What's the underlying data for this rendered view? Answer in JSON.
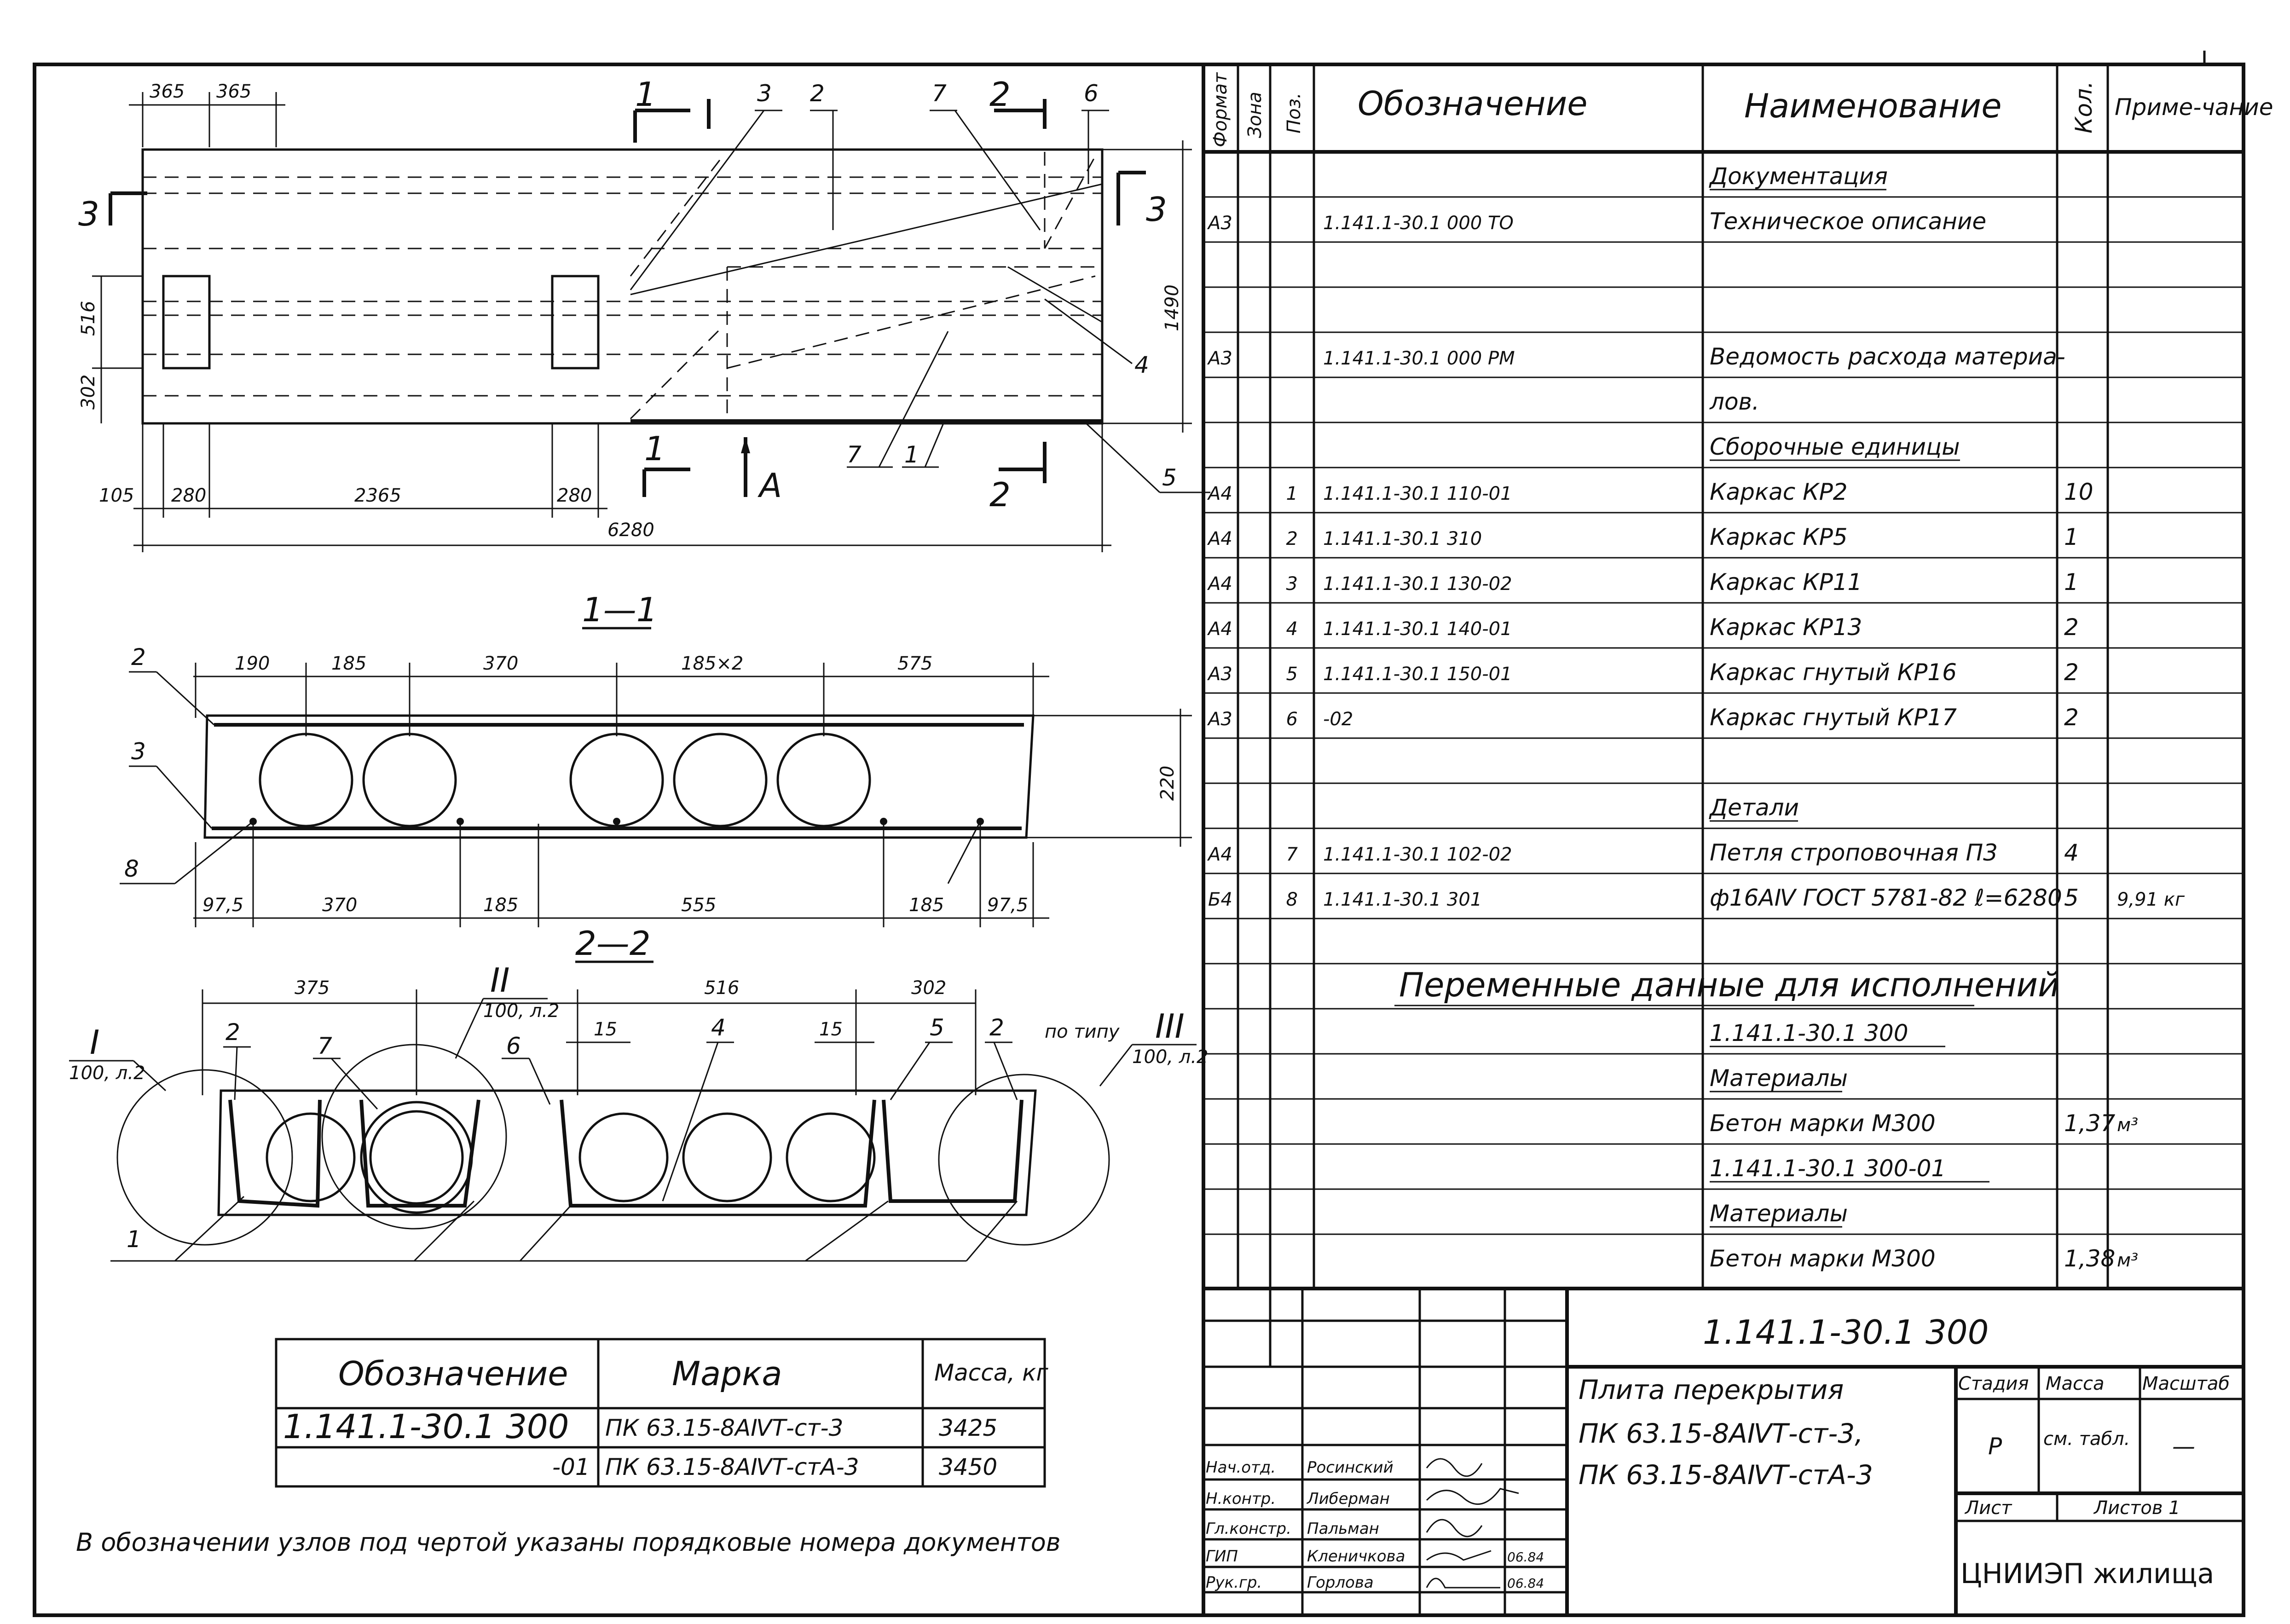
{
  "plan": {
    "dims_top": [
      "365",
      "365"
    ],
    "dims_bottom": [
      "105",
      "280",
      "2365",
      "280"
    ],
    "overall": "6280",
    "dims_left": [
      "516",
      "302"
    ],
    "height_right": "1490",
    "section_marks": [
      "1",
      "2",
      "3",
      "3",
      "2",
      "1"
    ],
    "view_a": "А",
    "pos_labels": [
      "3",
      "2",
      "7",
      "6",
      "4",
      "7",
      "1",
      "5"
    ]
  },
  "section_1_1": {
    "title": "1—1",
    "dims_top": [
      "190",
      "185",
      "370",
      "185×2",
      "575"
    ],
    "dims_bottom": [
      "97,5",
      "370",
      "185",
      "555",
      "185",
      "97,5"
    ],
    "height": "220",
    "labels": [
      "2",
      "3",
      "8"
    ]
  },
  "section_2_2": {
    "title": "2—2",
    "dims_top": [
      "375",
      "516",
      "302"
    ],
    "small_dims": [
      "15",
      "15"
    ],
    "node_I": "I",
    "node_I_ref": "100, л.2",
    "node_II": "II",
    "node_II_ref": "100, л.2",
    "node_III_prefix": "по типу",
    "node_III": "III",
    "node_III_ref": "100, л.2",
    "labels": [
      "2",
      "7",
      "6",
      "4",
      "5",
      "2",
      "1"
    ]
  },
  "mark_table": {
    "headers": [
      "Обозначение",
      "Марка",
      "Масса, кг"
    ],
    "rows": [
      [
        "1.141.1-30.1 300",
        "ПК 63.15-8АⅣТ-ст-3",
        "3425"
      ],
      [
        "-01",
        "ПК 63.15-8АⅣТ-стА-3",
        "3450"
      ]
    ]
  },
  "footnote": "В обозначении узлов под чертой указаны порядковые номера документов",
  "spec": {
    "headers": [
      "Формат",
      "Зона",
      "Поз.",
      "Обозначение",
      "Наименование",
      "Кол.",
      "Приме-чание"
    ],
    "rows": [
      {
        "fmt": "",
        "pos": "",
        "code": "",
        "name": "Документация",
        "qty": "",
        "note": "",
        "u": true
      },
      {
        "fmt": "А3",
        "pos": "",
        "code": "1.141.1-30.1 000 ТО",
        "name": "Техническое описание",
        "qty": "",
        "note": ""
      },
      {
        "fmt": "",
        "pos": "",
        "code": "",
        "name": "",
        "qty": "",
        "note": ""
      },
      {
        "fmt": "",
        "pos": "",
        "code": "",
        "name": "",
        "qty": "",
        "note": ""
      },
      {
        "fmt": "А3",
        "pos": "",
        "code": "1.141.1-30.1 000 РМ",
        "name": "Ведомость расхода материа-",
        "qty": "",
        "note": ""
      },
      {
        "fmt": "",
        "pos": "",
        "code": "",
        "name": "лов.",
        "qty": "",
        "note": ""
      },
      {
        "fmt": "",
        "pos": "",
        "code": "",
        "name": "Сборочные единицы",
        "qty": "",
        "note": "",
        "u": true
      },
      {
        "fmt": "А4",
        "pos": "1",
        "code": "1.141.1-30.1 110-01",
        "name": "Каркас КР2",
        "qty": "10",
        "note": ""
      },
      {
        "fmt": "А4",
        "pos": "2",
        "code": "1.141.1-30.1 310",
        "name": "Каркас КР5",
        "qty": "1",
        "note": ""
      },
      {
        "fmt": "А4",
        "pos": "3",
        "code": "1.141.1-30.1 130-02",
        "name": "Каркас КР11",
        "qty": "1",
        "note": ""
      },
      {
        "fmt": "А4",
        "pos": "4",
        "code": "1.141.1-30.1 140-01",
        "name": "Каркас КР13",
        "qty": "2",
        "note": ""
      },
      {
        "fmt": "А3",
        "pos": "5",
        "code": "1.141.1-30.1 150-01",
        "name": "Каркас гнутый КР16",
        "qty": "2",
        "note": ""
      },
      {
        "fmt": "А3",
        "pos": "6",
        "code": "-02",
        "name": "Каркас гнутый КР17",
        "qty": "2",
        "note": ""
      },
      {
        "fmt": "",
        "pos": "",
        "code": "",
        "name": "",
        "qty": "",
        "note": ""
      },
      {
        "fmt": "",
        "pos": "",
        "code": "",
        "name": "Детали",
        "qty": "",
        "note": "",
        "u": true
      },
      {
        "fmt": "А4",
        "pos": "7",
        "code": "1.141.1-30.1 102-02",
        "name": "Петля строповочная П3",
        "qty": "4",
        "note": ""
      },
      {
        "fmt": "Б4",
        "pos": "8",
        "code": "1.141.1-30.1 301",
        "name": "ф16АⅣ ГОСТ 5781-82 ℓ=6280",
        "qty": "5",
        "note": "9,91 кг"
      },
      {
        "fmt": "",
        "pos": "",
        "code": "",
        "name": "",
        "qty": "",
        "note": ""
      },
      {
        "fmt": "",
        "pos": "",
        "code": "",
        "name": "",
        "qty": "",
        "note": ""
      },
      {
        "fmt": "",
        "pos": "",
        "code": "",
        "name": "1.141.1-30.1 300",
        "qty": "",
        "note": "",
        "u": true
      },
      {
        "fmt": "",
        "pos": "",
        "code": "",
        "name": "Материалы",
        "qty": "",
        "note": "",
        "u": true
      },
      {
        "fmt": "",
        "pos": "",
        "code": "",
        "name": "Бетон марки М300",
        "qty": "1,37",
        "note": "м³"
      },
      {
        "fmt": "",
        "pos": "",
        "code": "",
        "name": "1.141.1-30.1 300-01",
        "qty": "",
        "note": "",
        "u": true
      },
      {
        "fmt": "",
        "pos": "",
        "code": "",
        "name": "Материалы",
        "qty": "",
        "note": "",
        "u": true
      },
      {
        "fmt": "",
        "pos": "",
        "code": "",
        "name": "Бетон марки М300",
        "qty": "1,38",
        "note": "м³"
      }
    ],
    "variable_data": "Переменные данные для исполнений"
  },
  "title_block": {
    "doc_code": "1.141.1-30.1 300",
    "title": [
      "Плита перекрытия",
      "ПК 63.15-8АⅣТ-ст-3,",
      "ПК 63.15-8АⅣТ-стА-3"
    ],
    "stage_h": "Стадия",
    "mass_h": "Масса",
    "scale_h": "Масштаб",
    "stage": "Р",
    "mass": "см. табл.",
    "scale": "—",
    "sheet_h": "Лист",
    "sheets_h": "Листов 1",
    "org": "ЦНИИЭП жилища",
    "people": [
      [
        "Нач.отд.",
        "Росинский"
      ],
      [
        "Н.контр.",
        "Либерман"
      ],
      [
        "Гл.констр.",
        "Пальман"
      ],
      [
        "ГИП",
        "Кленичкова"
      ],
      [
        "Рук.гр.",
        "Горлова"
      ]
    ],
    "dates": [
      "06.84",
      "06.84"
    ]
  }
}
